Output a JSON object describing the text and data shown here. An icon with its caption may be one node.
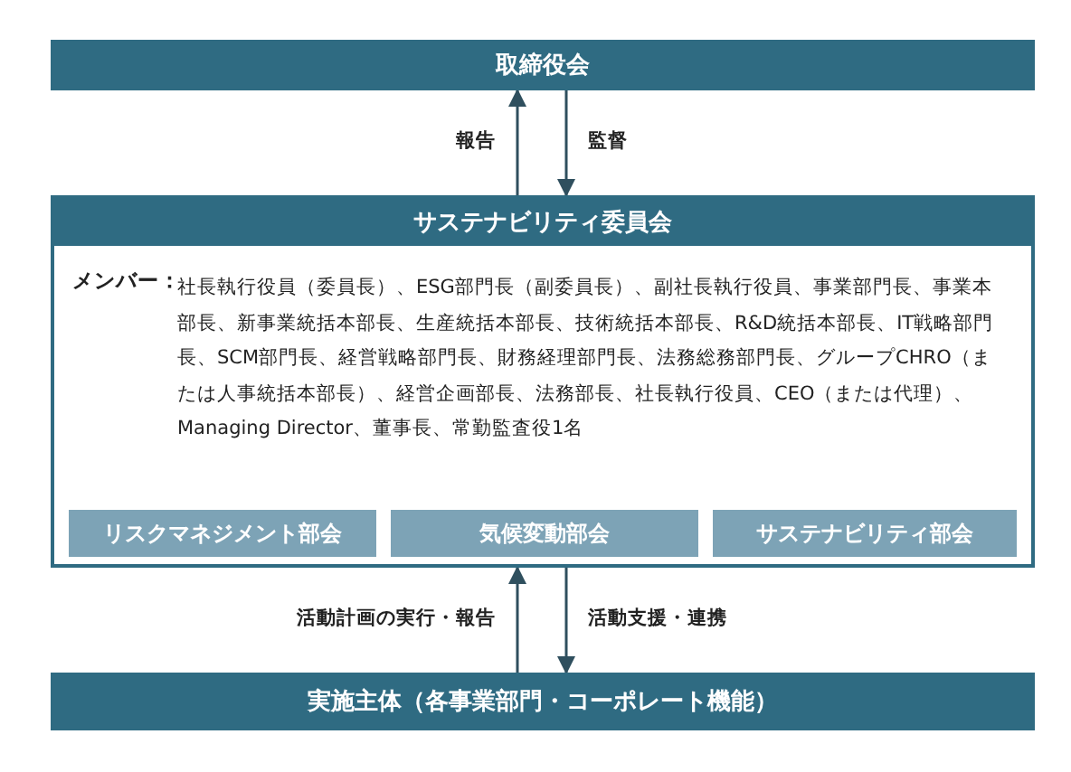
{
  "diagram": {
    "nodes": [
      {
        "text": [
          "取締役会"
        ]
      },
      {
        "text": [
          "サステナビリティ委員会",
          "メンバー：",
          "社長執行役員（委員長）、ESG部門長（副委員長）、副社長執行役員、事業部門長、事業本部長、新事業統括本部長、生産統括本部長、技術統括本部長、R&D統括本部長、IT戦略部門長、SCM部門長、経営戦略部門長、財務経理部門長、法務総務部門長、グループCHRO（または人事統括本部長）、経営企画部長、法務部長、社長執行役員、CEO（または代理）、Managing Director、董事長、常勤監査役1名"
        ]
      },
      {
        "text": [
          "リスクマネジメント部会"
        ],
        "in": 1
      },
      {
        "text": [
          "気候変動部会"
        ],
        "in": 1
      },
      {
        "text": [
          "サステナビリティ部会"
        ],
        "in": 1
      },
      {
        "text": [
          "実施主体（各事業部門・コーポレート機能）"
        ]
      }
    ],
    "edges": [
      {
        "from": 1,
        "to": 0,
        "arrow": "to",
        "label": "報告"
      },
      {
        "from": 0,
        "to": 1,
        "arrow": "to",
        "label": "監督"
      },
      {
        "from": 5,
        "to": 1,
        "arrow": "to",
        "label": "活動計画の実行・報告"
      },
      {
        "from": 1,
        "to": 5,
        "arrow": "to",
        "label": "活動支援・連携"
      }
    ]
  }
}
